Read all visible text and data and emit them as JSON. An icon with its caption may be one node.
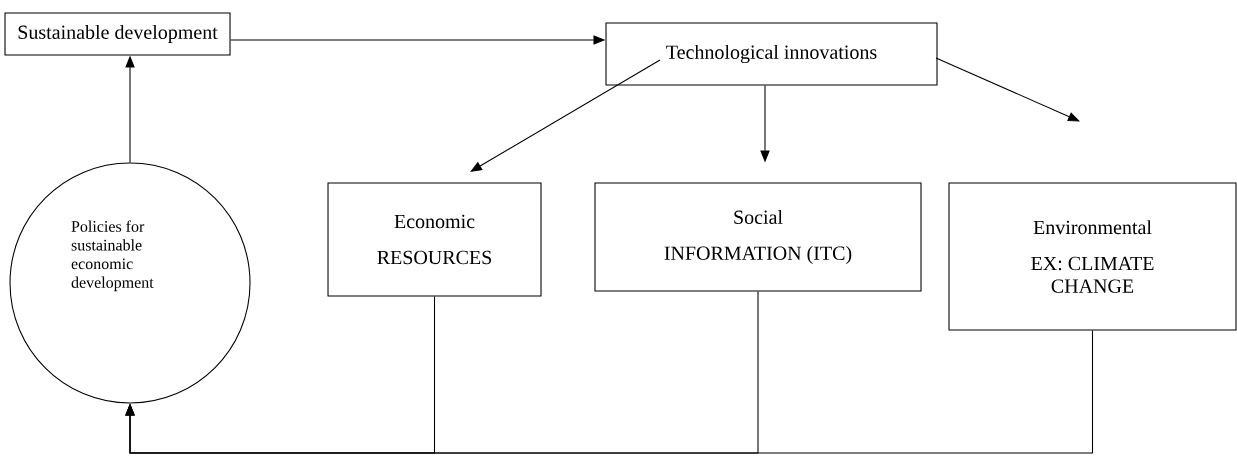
{
  "diagram": {
    "nodes": [
      {
        "text": [
          "Sustainable development"
        ]
      },
      {
        "text": [
          "Technological innovations"
        ]
      },
      {
        "text": [
          "Policies for sustainable economic development"
        ]
      },
      {
        "text": [
          "Economic",
          "RESOURCES"
        ]
      },
      {
        "text": [
          "Social",
          "INFORMATION (ITC)"
        ]
      },
      {
        "text": [
          "Environmental",
          "EX: CLIMATE CHANGE"
        ]
      }
    ],
    "edges": [
      {
        "from": 0,
        "to": 1,
        "arrow": "to"
      },
      {
        "from": 1,
        "to": 3,
        "arrow": "to"
      },
      {
        "from": 1,
        "to": 4,
        "arrow": "to"
      },
      {
        "from": 1,
        "to": 5,
        "arrow": "to"
      },
      {
        "from": 2,
        "to": 0,
        "arrow": "to"
      },
      {
        "from": 3,
        "to": 2,
        "arrow": "to"
      },
      {
        "from": 4,
        "to": 2,
        "arrow": "to"
      },
      {
        "from": 5,
        "to": 2,
        "arrow": "to"
      }
    ]
  }
}
